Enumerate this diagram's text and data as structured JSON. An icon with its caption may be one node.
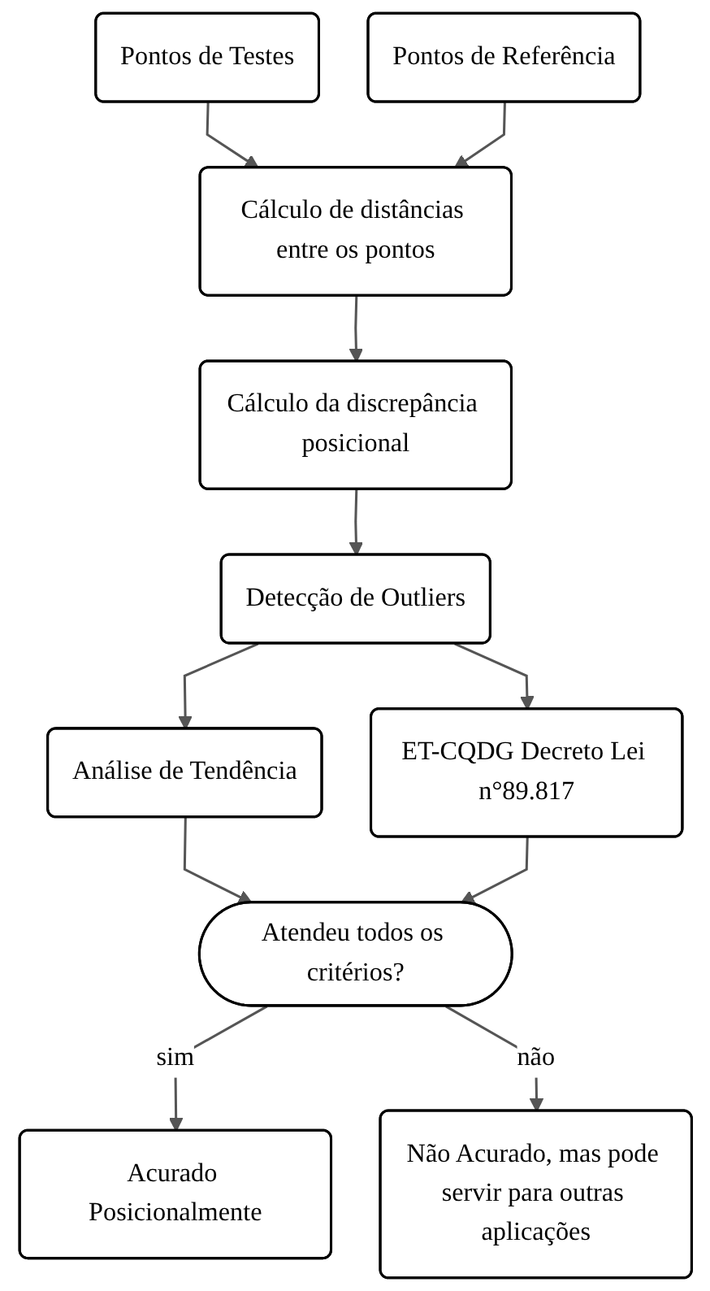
{
  "diagram": {
    "nodes": [
      {
        "text": [
          "Pontos de Testes"
        ]
      },
      {
        "text": [
          "Pontos de Referência"
        ]
      },
      {
        "text": [
          "Cálculo de distâncias entre os pontos"
        ]
      },
      {
        "text": [
          "Cálculo da discrepância posicional"
        ]
      },
      {
        "text": [
          "Detecção de Outliers"
        ]
      },
      {
        "text": [
          "Análise de Tendência"
        ]
      },
      {
        "text": [
          "ET-CQDG Decreto Lei n°89.817"
        ]
      },
      {
        "text": [
          "Atendeu todos os critérios?"
        ]
      },
      {
        "text": [
          "Acurado Posicionalmente"
        ]
      },
      {
        "text": [
          "Não Acurado, mas pode servir para outras aplicações"
        ]
      }
    ],
    "edges": [
      {
        "from": 0,
        "to": 2,
        "arrow": "to"
      },
      {
        "from": 1,
        "to": 2,
        "arrow": "to"
      },
      {
        "from": 2,
        "to": 3,
        "arrow": "to"
      },
      {
        "from": 3,
        "to": 4,
        "arrow": "to"
      },
      {
        "from": 4,
        "to": 5,
        "arrow": "to"
      },
      {
        "from": 4,
        "to": 6,
        "arrow": "to"
      },
      {
        "from": 5,
        "to": 7,
        "arrow": "to"
      },
      {
        "from": 6,
        "to": 7,
        "arrow": "to"
      },
      {
        "from": 7,
        "to": 8,
        "label": "sim",
        "arrow": "to"
      },
      {
        "from": 7,
        "to": 9,
        "label": "não",
        "arrow": "to"
      }
    ]
  }
}
